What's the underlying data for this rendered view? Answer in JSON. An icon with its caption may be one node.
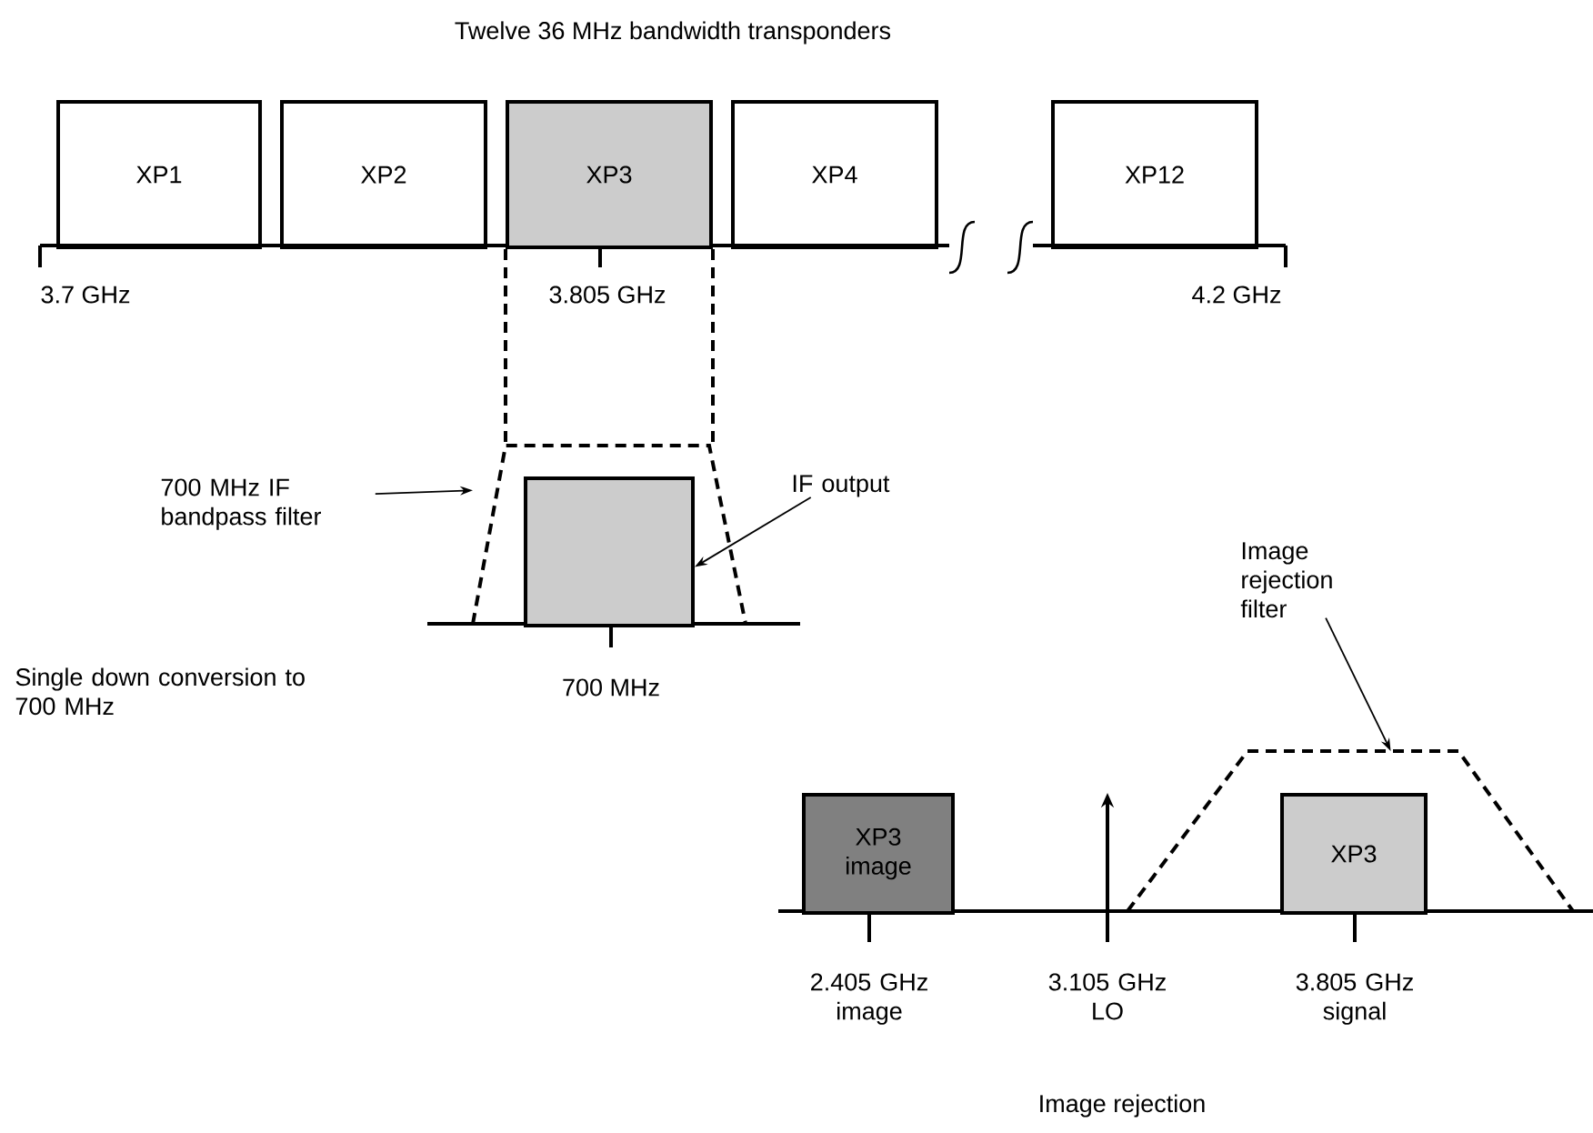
{
  "diagram": {
    "title": "Twelve 36 MHz bandwidth transponders",
    "nodes": [
      {
        "text": [
          "XP1"
        ]
      },
      {
        "text": [
          "XP2"
        ]
      },
      {
        "text": [
          "XP3"
        ]
      },
      {
        "text": [
          "XP4"
        ]
      },
      {
        "text": [
          "XP12"
        ]
      },
      {
        "text": [],
        "shape": "box",
        "in": 6
      },
      {
        "text": [],
        "shape": "trapezoid"
      },
      {
        "text": [
          "700 MHz IF bandpass filter"
        ]
      },
      {
        "text": [
          "IF output"
        ]
      },
      {
        "text": [
          "XP3 image"
        ]
      },
      {
        "text": [
          "XP3"
        ],
        "in": 11
      },
      {
        "text": [],
        "shape": "trapezoid"
      },
      {
        "text": [
          "Image rejection filter"
        ]
      }
    ],
    "edges": [
      {
        "from": 2,
        "to": 6,
        "arrow": "none",
        "style": "dashed"
      },
      {
        "from": 2,
        "to": 6,
        "arrow": "none",
        "style": "dashed"
      },
      {
        "from": 7,
        "to": 6,
        "arrow": "to"
      },
      {
        "from": 8,
        "to": 5,
        "arrow": "to"
      },
      {
        "from": 12,
        "to": 11,
        "arrow": "to"
      }
    ],
    "labels": [
      "3.7 GHz",
      "3.805 GHz",
      "4.2 GHz",
      "700 MHz",
      "Single down conversion to 700 MHz",
      "2.405 GHz image",
      "3.105 GHz LO",
      "3.805 GHz signal",
      "Image rejection"
    ]
  }
}
